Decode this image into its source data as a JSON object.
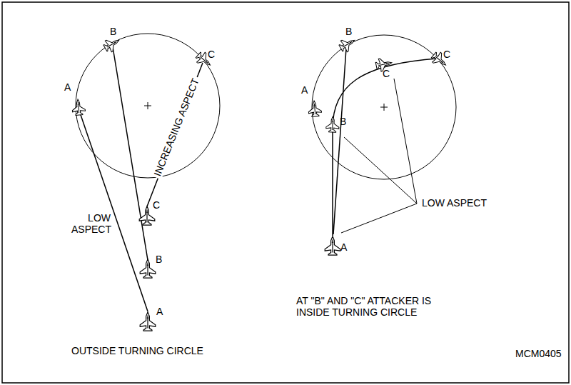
{
  "diagram": {
    "labels": [
      "A",
      "B",
      "C",
      "INCREASING ASPECT",
      "C",
      "LOW ASPECT",
      "B",
      "A",
      "OUTSIDE TURNING CIRCLE",
      "A",
      "B",
      "C",
      "C",
      "B",
      "LOW ASPECT",
      "A",
      "AT \"B\" AND \"C\" ATTACKER IS INSIDE TURNING CIRCLE",
      "MCM0405"
    ]
  }
}
